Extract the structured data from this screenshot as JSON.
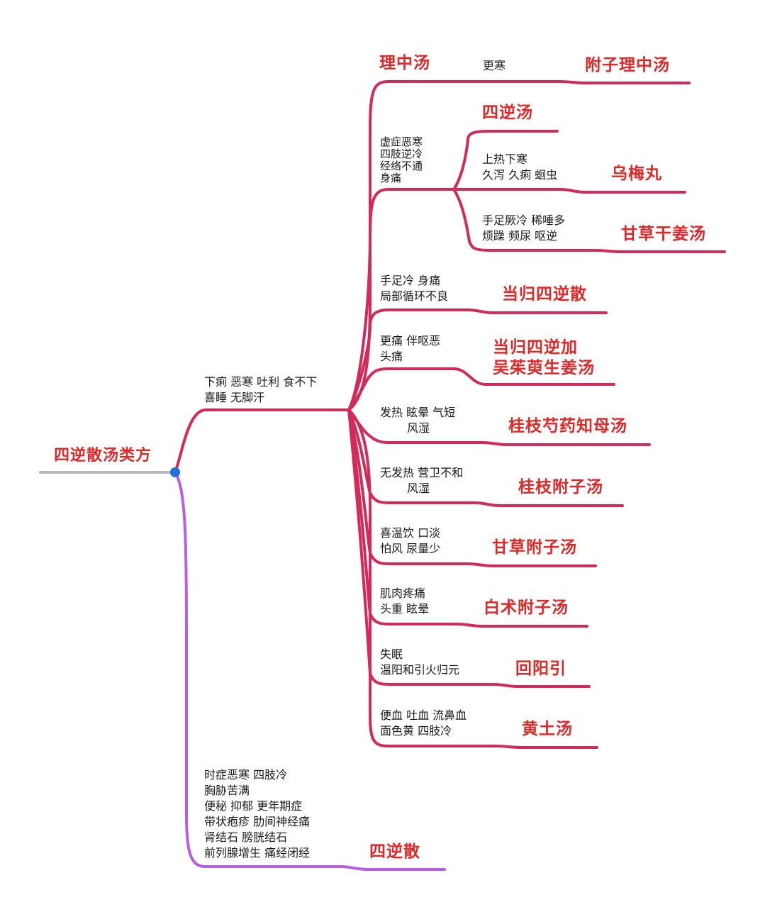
{
  "colors": {
    "main_branch": "#d22b5a",
    "lower_branch": "#b85ee0",
    "root_line": "#b8b8b8",
    "node_dot": "#1e6fe0",
    "formula_text": "#e32626",
    "symptom_text": "#1a1a1a"
  },
  "root": {
    "label": "四逆散汤类方"
  },
  "branch_upper": {
    "symptoms": [
      "下痢 恶寒 吐利 食不下",
      "喜睡 无脚汗"
    ],
    "children": {
      "lizhong": {
        "formula": "理中汤",
        "modifier": "更寒",
        "derived": "附子理中汤"
      },
      "sini_group": {
        "symptoms": [
          "虚症恶寒",
          "四肢逆冷",
          "经络不通",
          "身痛"
        ],
        "formula_a": "四逆汤",
        "wumei": {
          "symptoms": [
            "上热下寒",
            "久泻 久痢 蛔虫"
          ],
          "formula": "乌梅丸"
        },
        "gancao": {
          "symptoms": [
            "手足厥冷 稀唾多",
            "烦躁 频尿 呕逆"
          ],
          "formula": "甘草干姜汤"
        }
      },
      "danggui": {
        "symptoms": [
          "手足冷 身痛",
          "局部循环不良"
        ],
        "formula": "当归四逆散"
      },
      "danggui_plus": {
        "symptoms": [
          "更痛 伴呕恶",
          "头痛"
        ],
        "formula_lines": [
          "当归四逆加",
          "吴茱萸生姜汤"
        ]
      },
      "guizhi_shaoyao": {
        "symptoms": [
          "发热 眩晕 气短",
          "风湿"
        ],
        "formula": "桂枝芍药知母汤"
      },
      "guizhi_fuzi": {
        "symptoms": [
          "无发热 营卫不和",
          "风湿"
        ],
        "formula": "桂枝附子汤"
      },
      "gancao_fuzi": {
        "symptoms": [
          "喜温饮 口淡",
          "怕风 尿量少"
        ],
        "formula": "甘草附子汤"
      },
      "baizhu_fuzi": {
        "symptoms": [
          "肌肉疼痛",
          "头重 眩晕"
        ],
        "formula": "白术附子汤"
      },
      "huiyang": {
        "symptoms": [
          "失眠",
          "温阳和引火归元"
        ],
        "formula": "回阳引"
      },
      "huangtu": {
        "symptoms": [
          "便血 吐血 流鼻血",
          "面色黄 四肢冷"
        ],
        "formula": "黄土汤"
      }
    }
  },
  "branch_lower": {
    "symptoms": [
      "时症恶寒 四肢冷",
      "胸胁苦满",
      "便秘 抑郁 更年期症",
      "带状疱疹 肋间神经痛",
      "肾结石 膀胱结石",
      "前列腺增生 痛经闭经"
    ],
    "formula": "四逆散"
  }
}
